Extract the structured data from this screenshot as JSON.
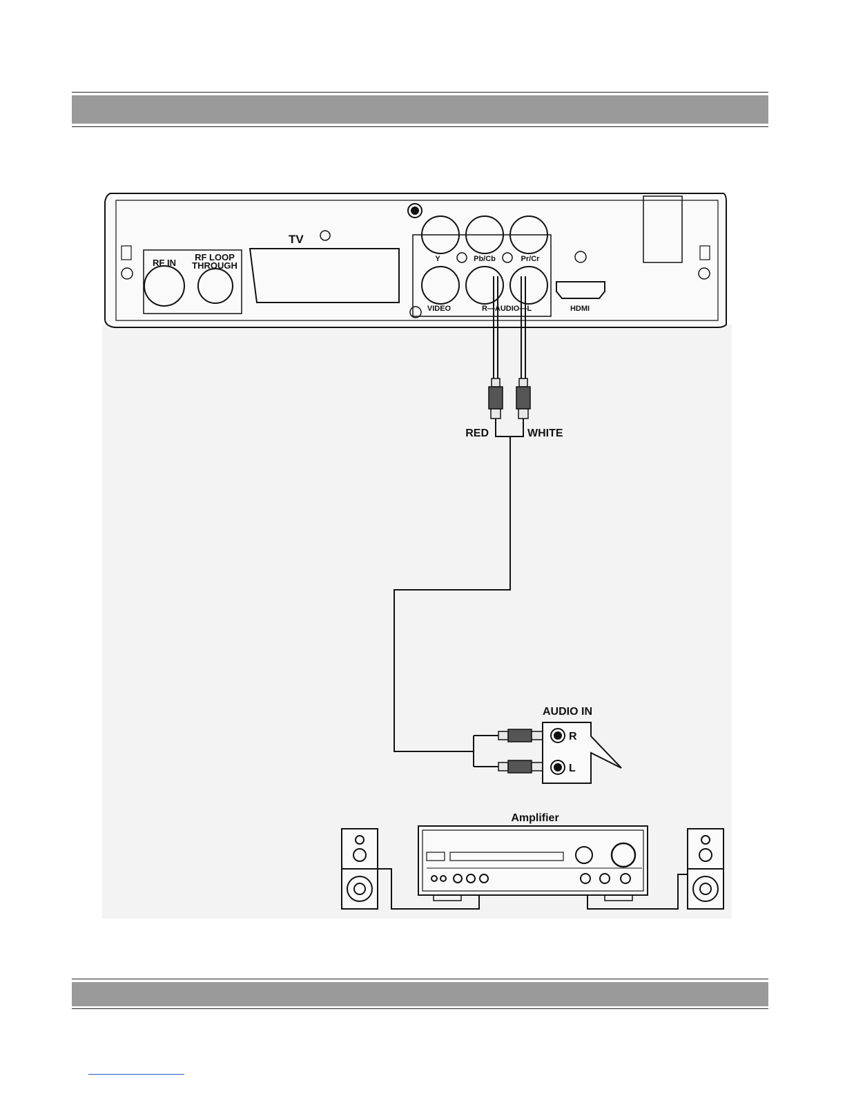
{
  "diagram": {
    "device_labels": {
      "tv": "TV",
      "rf_in": "RF IN",
      "rf_loop_line1": "RF LOOP",
      "rf_loop_line2": "THROUGH",
      "y": "Y",
      "pb_cb": "Pb/Cb",
      "pr_cr": "Pr/Cr",
      "video": "VIDEO",
      "audio": "R—AUDIO—L",
      "hdmi": "HDMI"
    },
    "cable_labels": {
      "red": "RED",
      "white": "WHITE"
    },
    "amplifier_labels": {
      "audio_in": "AUDIO IN",
      "right": "R",
      "left": "L",
      "amplifier": "Amplifier"
    }
  },
  "colors": {
    "header_band": "#9a9a9a",
    "panel_background": "#f3f3f3",
    "line": "#111111",
    "footer_link_line": "#2a52be"
  }
}
